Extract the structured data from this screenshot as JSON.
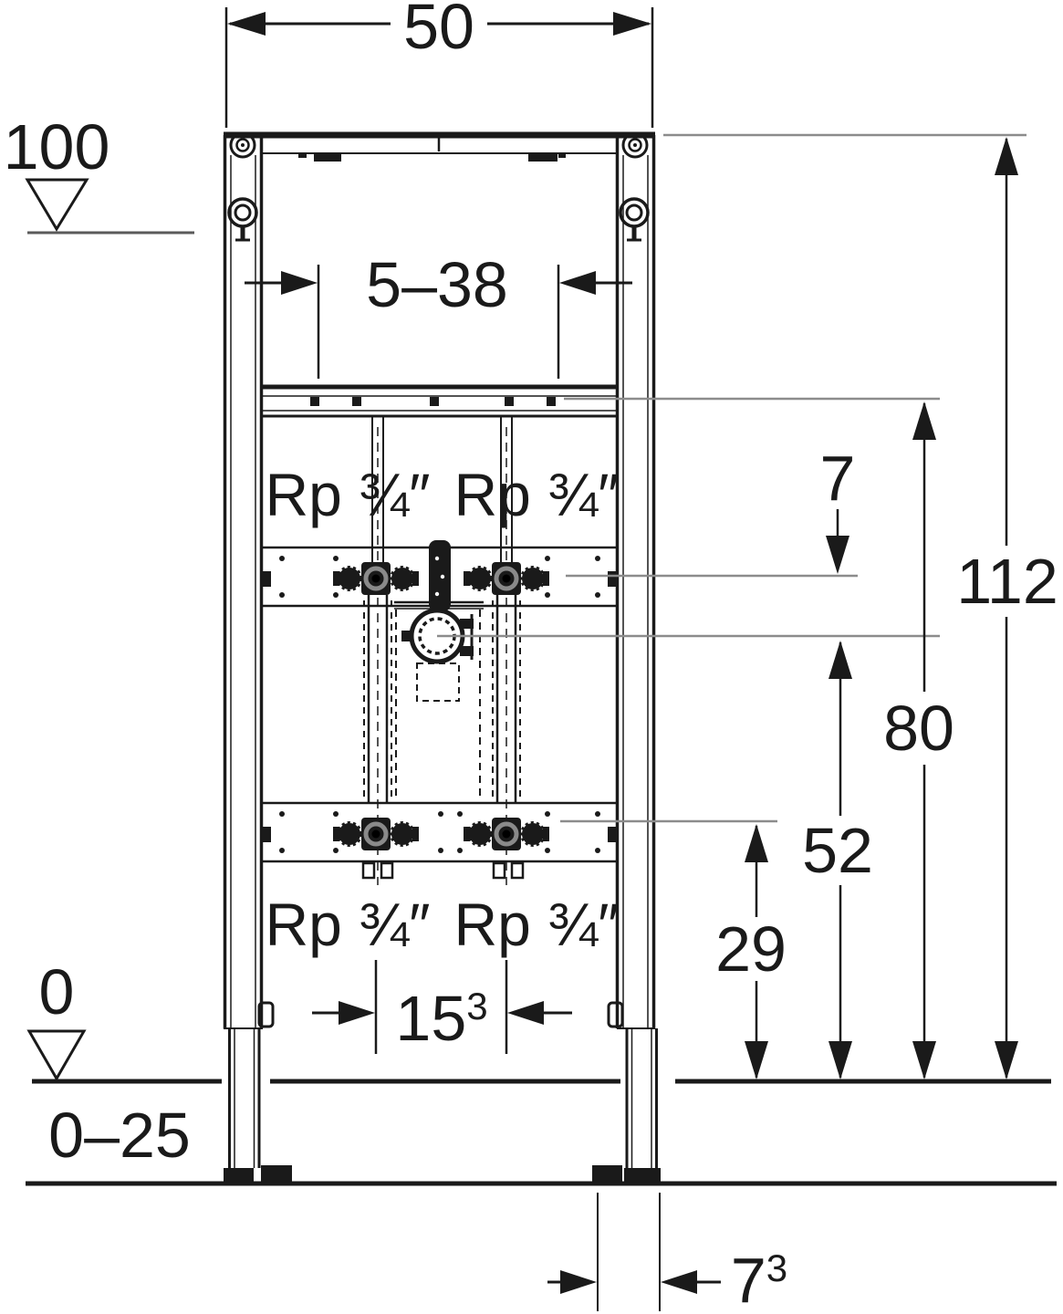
{
  "drawing": {
    "title_implied": "installation frame dimensional drawing",
    "dimensions": {
      "width_top": "50",
      "datum_top": "100",
      "bolt_spacing": "5–38",
      "offset_top": "7",
      "height_total": "112",
      "height_traverse": "80",
      "height_drain": "52",
      "height_lower_connections": "29",
      "connection_spacing_base": "15",
      "connection_spacing_sup": "3",
      "datum_floor": "0",
      "floor_buildup": "0–25",
      "leg_depth_base": "7",
      "leg_depth_sup": "3"
    },
    "labels": {
      "thread_upper_left": "Rp ¾″",
      "thread_upper_right": "Rp ¾″",
      "thread_lower_left": "Rp ¾″",
      "thread_lower_right": "Rp ¾″"
    },
    "colors": {
      "line": "#1a1a1a",
      "leader": "#8c8c8c",
      "background": "#ffffff"
    }
  }
}
